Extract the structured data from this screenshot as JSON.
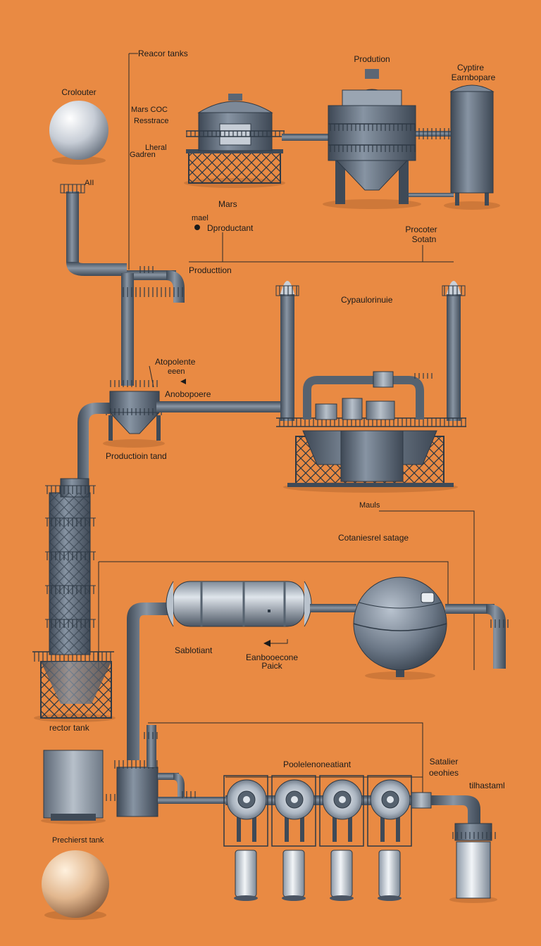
{
  "palette": {
    "background": "#e98a43",
    "steel_dark": "#3f4a57",
    "steel_mid": "#6f7c8b",
    "steel_light": "#c9d0d8",
    "railing": "#2e3945",
    "leader_line": "#2a2a2a",
    "sphere_light": "#e4e8ee",
    "sphere_tan": "#e2b78e"
  },
  "labels": {
    "reactor_tanks": "Reacor tanks",
    "crolouter": "Crolouter",
    "mars_coc": "Mars COC",
    "resetrace": "Resstrace",
    "lheral": "Lheral",
    "gadren": "Gadren",
    "production_top": "Prodution",
    "cyptire": "Cyptire",
    "earnbopare": "Earnbopare",
    "aii": "AII",
    "mars_mid": "Mars",
    "mael": "mael",
    "dproductant": "Dproductant",
    "procoter": "Procoter",
    "sotatn": "Sotatn",
    "production_mid": "Producttion",
    "cypaulorinuie": "Cypaulorinuie",
    "atopolente": "Atopolente",
    "reeen": "eeen",
    "anobopoere": "Anobopoere",
    "production_tand": "Productioin tand",
    "mauls": "Mauls",
    "cotaniestrel_satage": "Cotaniesrel satage",
    "sablotiant": "Sablotiant",
    "eanbooecone": "Eanbooecone",
    "paick": "Paick",
    "rector_tank": "rector tank",
    "poolelenor": "Poolelenoneatiant",
    "satalier": "Satalier",
    "oeohies": "oeohies",
    "tilhastaml": "tilhastaml",
    "prechierst": "Prechierst tank"
  },
  "icons": [
    "sphere-tank-icon",
    "reactor-tank-icon",
    "storage-silo-icon",
    "distillation-column-icon",
    "pump-icon",
    "arrow-icon"
  ]
}
